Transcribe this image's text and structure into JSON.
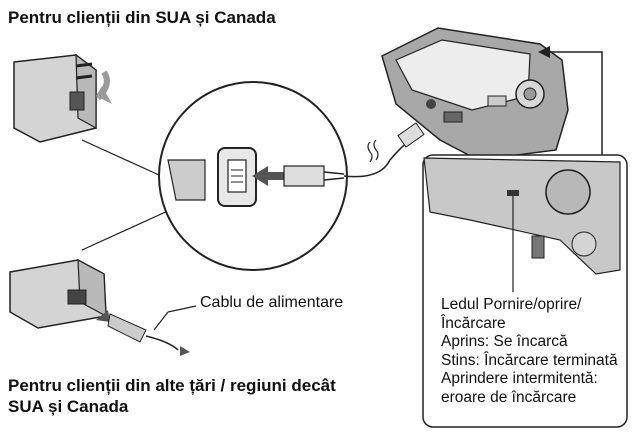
{
  "headings": {
    "top": "Pentru clienții din SUA și Canada",
    "bottom": "Pentru clienții din alte țări / regiuni decât SUA și Canada"
  },
  "labels": {
    "power_cable": "Cablu de alimentare"
  },
  "led_legend": {
    "line1": "Ledul Pornire/oprire/",
    "line2": "Încărcare",
    "line3": "Aprins: Se încarcă",
    "line4": "Stins: Încărcare terminată",
    "line5": "Aprindere intermitentă:",
    "line6": "eroare de încărcare"
  },
  "colors": {
    "adapter_fill": "#d4d4d4",
    "camera_fill": "#9a9a9a",
    "line": "#222222"
  },
  "icons": [
    "wall-plug-adapter",
    "ac-adapter",
    "usb-connector",
    "camera",
    "curved-arrow"
  ]
}
